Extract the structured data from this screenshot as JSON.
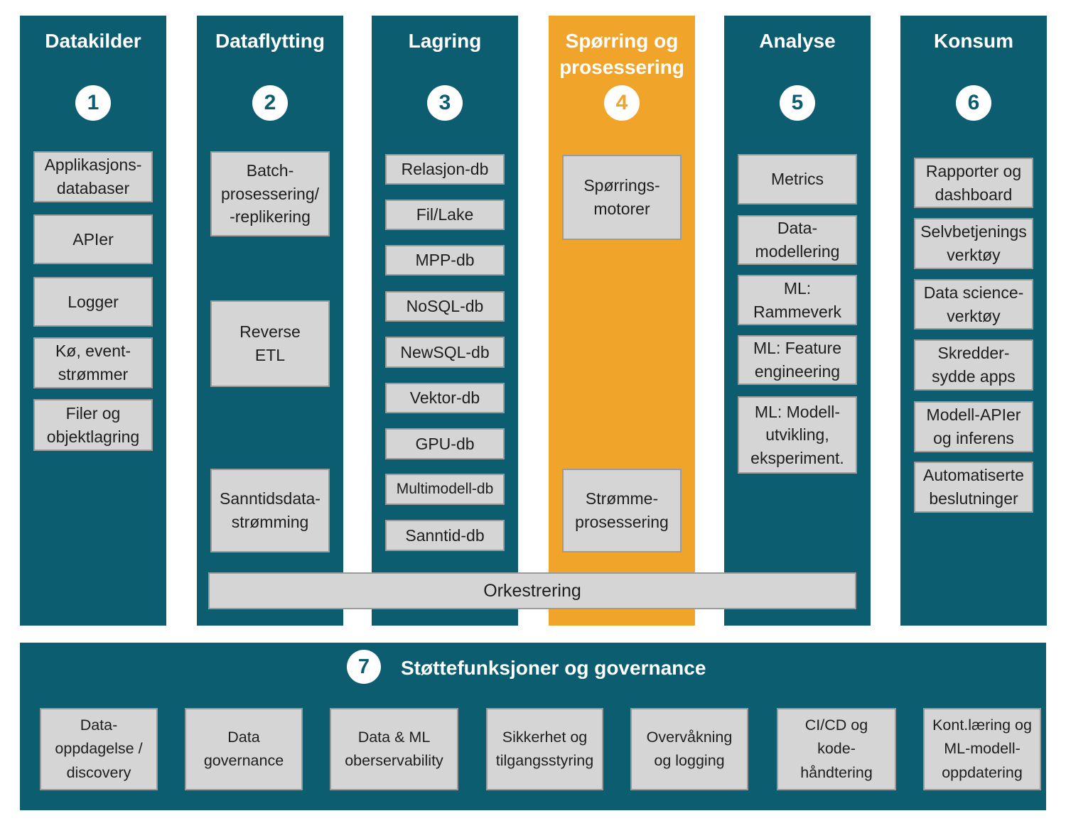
{
  "palette": {
    "teal": "#0C5D70",
    "orange": "#F0A42A",
    "box_background": "#D5D5D5",
    "box_border": "#9B9B9B",
    "box_text": "#1E1E1E",
    "white": "#FFFFFF"
  },
  "columns": [
    {
      "id": "datakilder",
      "number": "1",
      "title": "Datakilder",
      "accent": "teal",
      "boxes": [
        {
          "label": "Applikasjons-\ndatabaser"
        },
        {
          "label": "APIer"
        },
        {
          "label": "Logger"
        },
        {
          "label": "Kø, event-\nstrømmer"
        },
        {
          "label": "Filer og\nobjektlagring"
        }
      ]
    },
    {
      "id": "dataflytting",
      "number": "2",
      "title": "Dataflytting",
      "accent": "teal",
      "boxes": [
        {
          "label": "Batch-\nprosessering/\n-replikering"
        },
        {
          "label": "Reverse\nETL"
        },
        {
          "label": "Sanntidsdata-\nstrømming"
        }
      ]
    },
    {
      "id": "lagring",
      "number": "3",
      "title": "Lagring",
      "accent": "teal",
      "boxes": [
        {
          "label": "Relasjon-db"
        },
        {
          "label": "Fil/Lake"
        },
        {
          "label": "MPP-db"
        },
        {
          "label": "NoSQL-db"
        },
        {
          "label": "NewSQL-db"
        },
        {
          "label": "Vektor-db"
        },
        {
          "label": "GPU-db"
        },
        {
          "label": "Multimodell-db"
        },
        {
          "label": "Sanntid-db"
        }
      ]
    },
    {
      "id": "sporring-og-prosessering",
      "number": "4",
      "title": "Spørring og\nprosessering",
      "accent": "orange",
      "boxes": [
        {
          "label": "Spørrings-\nmotorer"
        },
        {
          "label": "Strømme-\nprosessering"
        }
      ]
    },
    {
      "id": "analyse",
      "number": "5",
      "title": "Analyse",
      "accent": "teal",
      "boxes": [
        {
          "label": "Metrics"
        },
        {
          "label": "Data-\nmodellering"
        },
        {
          "label": "ML:\nRammeverk"
        },
        {
          "label": "ML: Feature\nengineering"
        },
        {
          "label": "ML: Modell-\nutvikling,\neksperiment."
        }
      ]
    },
    {
      "id": "konsum",
      "number": "6",
      "title": "Konsum",
      "accent": "teal",
      "boxes": [
        {
          "label": "Rapporter og\ndashboard"
        },
        {
          "label": "Selvbetjenings\nverktøy"
        },
        {
          "label": "Data science-\nverktøy"
        },
        {
          "label": "Skredder-\nsydde apps"
        },
        {
          "label": "Modell-APIer\nog inferens"
        },
        {
          "label": "Automatiserte\nbeslutninger"
        }
      ]
    }
  ],
  "orchestration": {
    "label": "Orkestrering"
  },
  "support": {
    "id": "stottefunksjoner-og-governance",
    "number": "7",
    "title": "Støttefunksjoner og governance",
    "boxes": [
      {
        "label": "Data-\noppdagelse /\ndiscovery"
      },
      {
        "label": "Data\ngovernance"
      },
      {
        "label": "Data & ML\noberservability"
      },
      {
        "label": "Sikkerhet og\ntilgangsstyring"
      },
      {
        "label": "Overvåkning\nog logging"
      },
      {
        "label": "CI/CD og\nkode-\nhåndtering"
      },
      {
        "label": "Kont.læring og\nML-modell-\noppdatering"
      }
    ]
  }
}
